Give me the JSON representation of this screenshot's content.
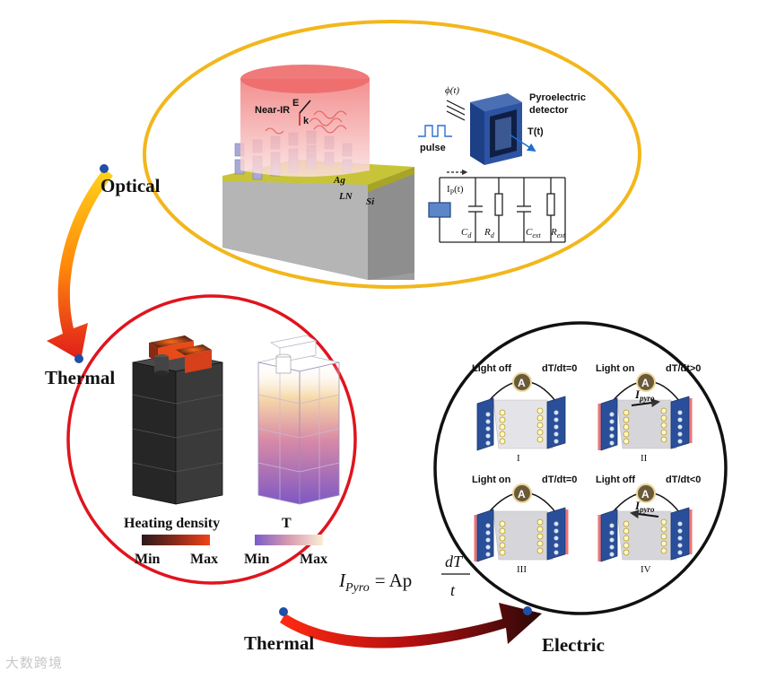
{
  "stages": {
    "optical": "Optical",
    "thermal_top": "Thermal",
    "thermal_bottom": "Thermal",
    "electric": "Electric"
  },
  "optical_panel": {
    "beam_label": "Near-IR",
    "e_label": "E",
    "k_label": "k",
    "ag_label": "Ag",
    "ln_label": "LN",
    "si_label": "Si",
    "phi_label": "ϕ(t)",
    "pulse_label": "pulse",
    "detector_label_line1": "Pyroelectric",
    "detector_label_line2": "detector",
    "temp_label": "T(t)",
    "current_label": "I",
    "current_sub": "P",
    "current_arg": "(t)",
    "cd_label": "C",
    "cd_sub": "d",
    "rd_label": "R",
    "rd_sub": "d",
    "cext_label": "C",
    "cext_sub": "ext",
    "rext_label": "R",
    "rext_sub": "ext"
  },
  "thermal_panel": {
    "heating_title": "Heating density",
    "heating_min": "Min",
    "heating_max": "Max",
    "temp_title": "T",
    "temp_min": "Min",
    "temp_max": "Max"
  },
  "electric_panel": {
    "cases": [
      {
        "state": "Light off",
        "rate": "dT/dt=0",
        "roman": "I"
      },
      {
        "state": "Light on",
        "rate": "dT/dt>0",
        "roman": "II"
      },
      {
        "state": "Light on",
        "rate": "dT/dt=0",
        "roman": "III"
      },
      {
        "state": "Light off",
        "rate": "dT/dt<0",
        "roman": "IV"
      }
    ],
    "ammeter": "A",
    "ipyro": "I",
    "ipyro_sub": "pyro"
  },
  "equation": {
    "lhs": "I",
    "lhs_sub": "Pyro",
    "rhs": "= Ap",
    "num": "dT",
    "den": "t"
  },
  "watermark": "大数跨境",
  "colors": {
    "optical_ring": "#f2b71c",
    "thermal_ring": "#e0141e",
    "electric_ring": "#111111",
    "node": "#1f4fa8",
    "electrode": "#2a4f9a"
  }
}
